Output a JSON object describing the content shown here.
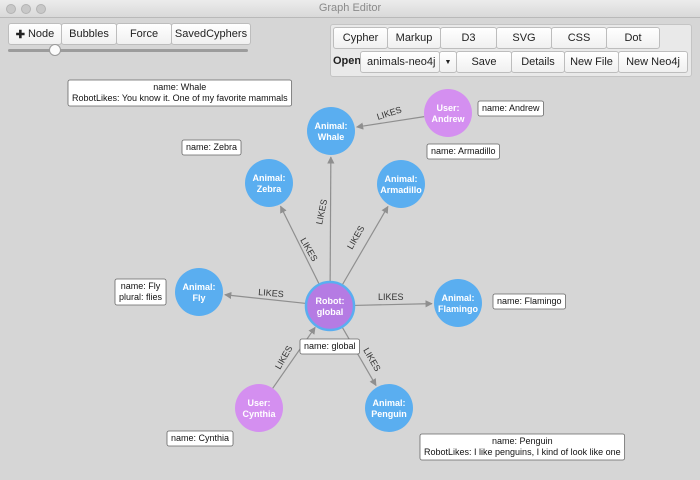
{
  "window": {
    "title": "Graph Editor"
  },
  "toolbar_left": {
    "node_label": "Node",
    "bubbles_label": "Bubbles",
    "force_label": "Force",
    "saved_label": "SavedCyphers"
  },
  "toolbar_right": {
    "tabs": [
      "Cypher",
      "Markup",
      "D3",
      "SVG",
      "CSS",
      "Dot"
    ],
    "open_label": "Open:",
    "open_value": "animals-neo4j",
    "save_label": "Save",
    "details_label": "Details",
    "new_file_label": "New File",
    "new_neo4j_label": "New Neo4j"
  },
  "colors": {
    "animal": "#5aaef0",
    "user": "#d48ff0",
    "robot": "#b57be3",
    "robot_ring": "#5aaef0",
    "edge": "#8f8f8f"
  },
  "graph": {
    "nodes": [
      {
        "id": "whale",
        "kind": "animal",
        "lines": [
          "Animal:",
          "Whale"
        ]
      },
      {
        "id": "andrew",
        "kind": "user",
        "lines": [
          "User:",
          "Andrew"
        ]
      },
      {
        "id": "zebra",
        "kind": "animal",
        "lines": [
          "Animal:",
          "Zebra"
        ]
      },
      {
        "id": "armadillo",
        "kind": "animal",
        "lines": [
          "Animal:",
          "Armadillo"
        ]
      },
      {
        "id": "fly",
        "kind": "animal",
        "lines": [
          "Animal:",
          "Fly"
        ]
      },
      {
        "id": "robot",
        "kind": "robot",
        "lines": [
          "Robot:",
          "global"
        ]
      },
      {
        "id": "flamingo",
        "kind": "animal",
        "lines": [
          "Animal:",
          "Flamingo"
        ]
      },
      {
        "id": "cynthia",
        "kind": "user",
        "lines": [
          "User:",
          "Cynthia"
        ]
      },
      {
        "id": "penguin",
        "kind": "animal",
        "lines": [
          "Animal:",
          "Penguin"
        ]
      }
    ],
    "edges": [
      {
        "from": "andrew",
        "to": "whale",
        "label": "LIKES"
      },
      {
        "from": "robot",
        "to": "whale",
        "label": "LIKES"
      },
      {
        "from": "robot",
        "to": "zebra",
        "label": "LIKES"
      },
      {
        "from": "robot",
        "to": "armadillo",
        "label": "LIKES"
      },
      {
        "from": "robot",
        "to": "fly",
        "label": "LIKES"
      },
      {
        "from": "robot",
        "to": "flamingo",
        "label": "LIKES"
      },
      {
        "from": "robot",
        "to": "penguin",
        "label": "LIKES"
      },
      {
        "from": "cynthia",
        "to": "robot",
        "label": "LIKES"
      }
    ],
    "property_labels": [
      {
        "node": "whale",
        "lines": [
          "name: Whale",
          "RobotLikes: You know it. One of my favorite mammals"
        ]
      },
      {
        "node": "andrew",
        "lines": [
          "name: Andrew"
        ]
      },
      {
        "node": "zebra",
        "lines": [
          "name: Zebra"
        ]
      },
      {
        "node": "armadillo",
        "lines": [
          "name: Armadillo"
        ]
      },
      {
        "node": "fly",
        "lines": [
          "name: Fly",
          "plural: flies"
        ]
      },
      {
        "node": "flamingo",
        "lines": [
          "name: Flamingo"
        ]
      },
      {
        "node": "robot",
        "lines": [
          "name: global"
        ]
      },
      {
        "node": "cynthia",
        "lines": [
          "name: Cynthia"
        ]
      },
      {
        "node": "penguin",
        "lines": [
          "name: Penguin",
          "RobotLikes: I like penguins, I kind of look like one"
        ]
      }
    ]
  }
}
